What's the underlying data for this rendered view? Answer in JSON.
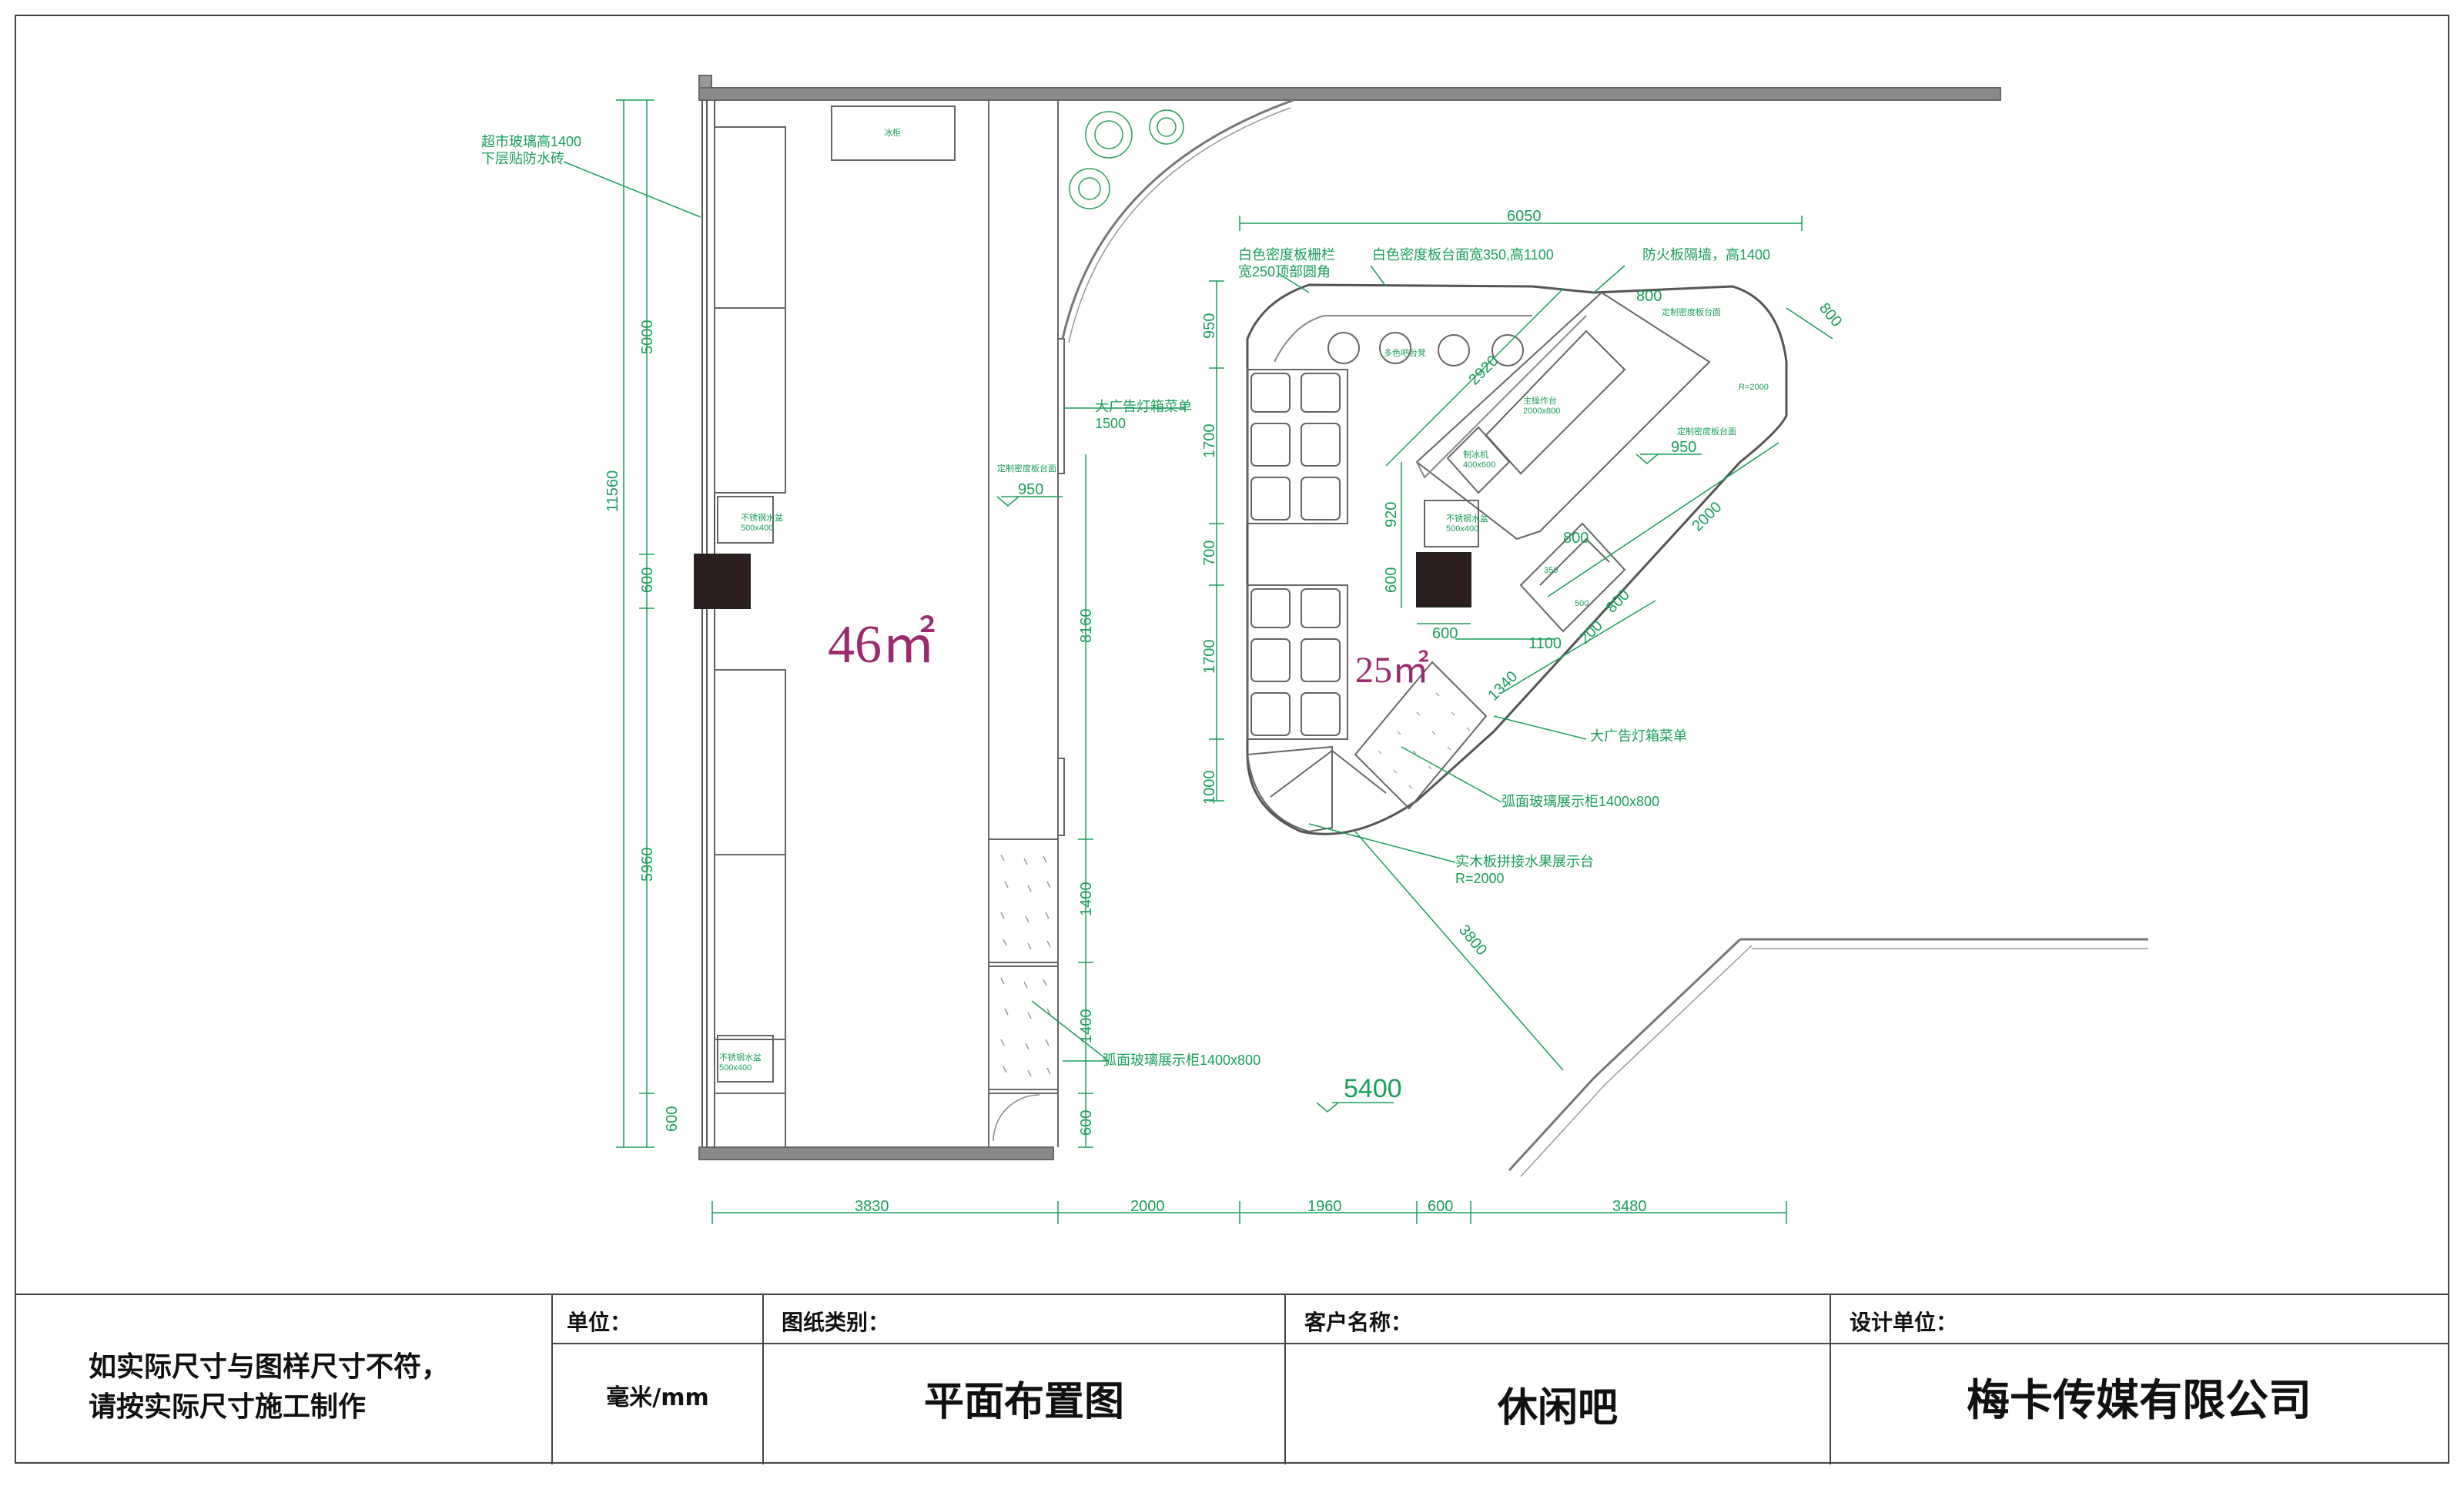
{
  "colors": {
    "dim": "#1a9e5a",
    "wall": "#7a7a7a",
    "line": "#555555",
    "accent": "#9b2a6f",
    "text": "#111111"
  },
  "areas": {
    "left": "46㎡",
    "right": "25㎡"
  },
  "dimensions": {
    "left_vertical": [
      "11560",
      "5000",
      "600",
      "5960",
      "600"
    ],
    "bottom": [
      "3830",
      "2000",
      "1960",
      "600",
      "3480"
    ],
    "right_vertical_8160": "8160",
    "right_vertical_1400a": "1400",
    "right_vertical_1400b": "1400",
    "right_vertical_600": "600",
    "bar_top_width": "6050",
    "bar_left": [
      "950",
      "1700",
      "700",
      "1700",
      "1000"
    ],
    "bar_920": "920",
    "bar_600v": "600",
    "bar_600h": "600",
    "bar_2920": "2920",
    "bar_800_top": "800",
    "bar_800_diag": "800",
    "bar_950_right": "950",
    "bar_2000": "2000",
    "bar_800_mid": "800",
    "bar_800_b": "800",
    "bar_200": "200",
    "bar_1100": "1100",
    "bar_1340": "1340",
    "bar_3800": "3800",
    "bar_5400": "5400",
    "left_950": "950",
    "bar_350": "350",
    "bar_500": "500"
  },
  "labels": {
    "glass_wall": [
      "超市玻璃高1400",
      "下层贴防水砖"
    ],
    "fridge": "冰柜",
    "sink_a": [
      "不锈钢水盆",
      "500x400"
    ],
    "sink_b": [
      "不锈钢水盆",
      "500x400"
    ],
    "lightbox_a": [
      "大广告灯箱菜单",
      "1500"
    ],
    "custom_counter_left": "定制密度板台面",
    "showcase_left": "弧面玻璃展示柜1400x800",
    "bar_railing": [
      "白色密度板栅栏",
      "宽250顶部圆角"
    ],
    "bar_counter": "白色密度板台面宽350,高1100",
    "fire_wall": "防火板隔墙，高1400",
    "custom_counter_a": "定制密度板台面",
    "custom_counter_b": "定制密度板台面",
    "radius_small": "R=2000",
    "main_counter": [
      "主操作台",
      "2000x800"
    ],
    "ice_machine": [
      "制冰机",
      "400x600"
    ],
    "bar_stools": "多色吧台凳",
    "sink_c": [
      "不锈钢水盆",
      "500x400"
    ],
    "lightbox_b": "大广告灯箱菜单",
    "showcase_right": "弧面玻璃展示柜1400x800",
    "fruit_stand": [
      "实木板拼接水果展示台",
      "R=2000"
    ]
  },
  "title_block": {
    "note": [
      "如实际尺寸与图样尺寸不符，",
      "请按实际尺寸施工制作"
    ],
    "unit_label": "单位：",
    "unit_value": "毫米/mm",
    "type_label": "图纸类别：",
    "type_value": "平面布置图",
    "client_label": "客户名称：",
    "client_value": "休闲吧",
    "designer_label": "设计单位：",
    "designer_value": "梅卡传媒有限公司"
  }
}
